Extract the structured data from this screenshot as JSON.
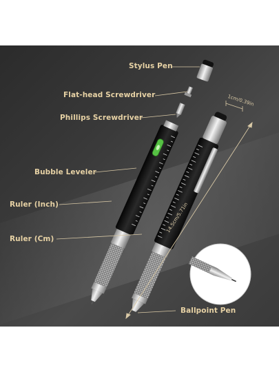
{
  "labels": {
    "stylus": "Stylus Pen",
    "flathead": "Flat-head Screwdriver",
    "phillips": "Phillips Screwdriver",
    "bubble": "Bubble Leveler",
    "ruler_inch": "Ruler (Inch)",
    "ruler_cm": "Ruler (Cm)",
    "ballpoint": "Ballpoint Pen"
  },
  "dimensions": {
    "width": "1cm/0.39in",
    "length": "14.5cm/5.71in"
  },
  "colors": {
    "label_text": "#e7d2a5",
    "pen_body": "#1a1a1a",
    "level_bubble": "#56c244",
    "silver": "#c9c9c9"
  }
}
